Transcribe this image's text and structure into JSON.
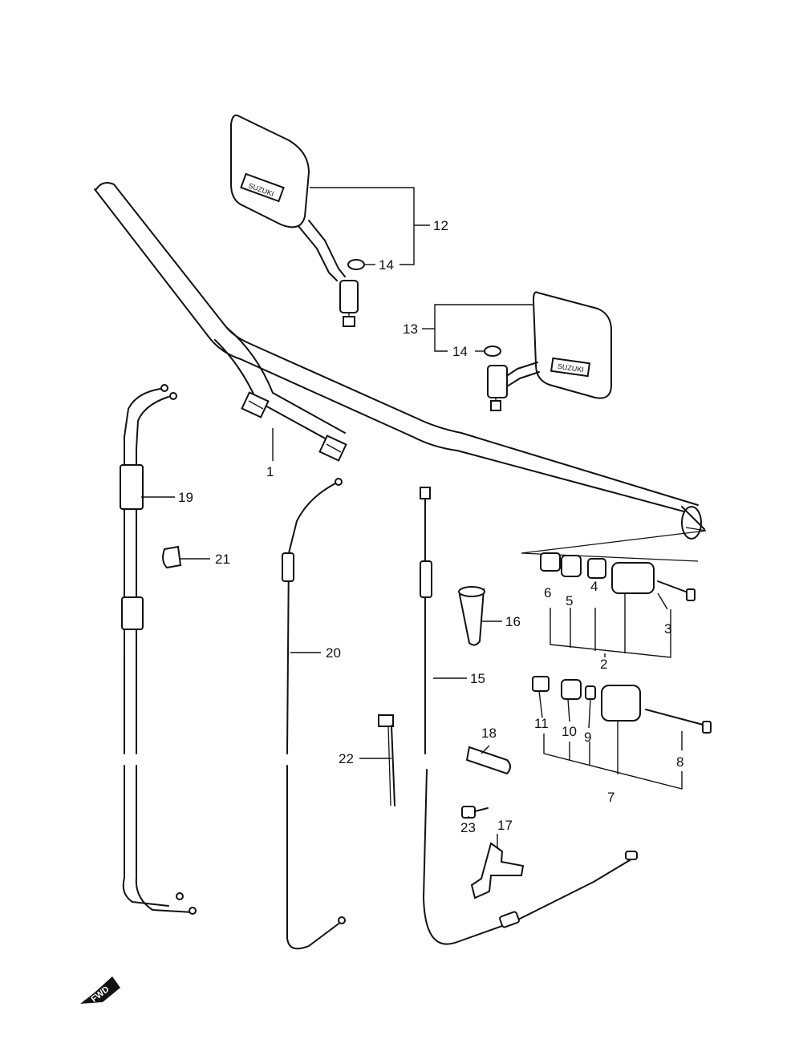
{
  "callouts": {
    "c1": "1",
    "c2": "2",
    "c3": "3",
    "c4": "4",
    "c5": "5",
    "c6": "6",
    "c7": "7",
    "c8": "8",
    "c9": "9",
    "c10": "10",
    "c11": "11",
    "c12": "12",
    "c13": "13",
    "c14a": "14",
    "c14b": "14",
    "c15": "15",
    "c16": "16",
    "c17": "17",
    "c18": "18",
    "c19": "19",
    "c20": "20",
    "c21": "21",
    "c22": "22",
    "c23": "23"
  },
  "mirror_label": "SUZUKI",
  "fwd_label": "FWD"
}
